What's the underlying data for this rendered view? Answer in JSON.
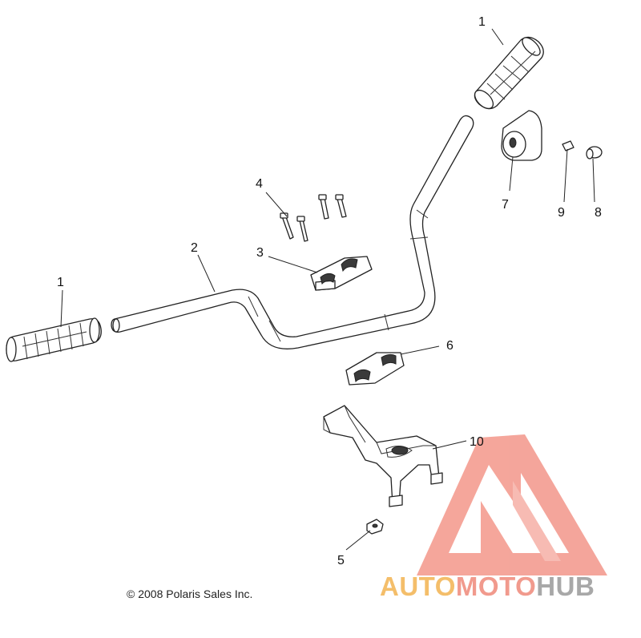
{
  "callouts": {
    "grip_right": "1",
    "grip_left": "1",
    "handlebar": "2",
    "clamp_upper": "3",
    "bolts": "4",
    "nut": "5",
    "clamp_lower": "6",
    "cover": "7",
    "plug": "8",
    "screw": "9",
    "bracket": "10"
  },
  "copyright": "© 2008 Polaris Sales Inc.",
  "watermark": {
    "part1": "AUTO",
    "part2": "MOTO",
    "part3": "HUB",
    "colors": {
      "part1": "#f4be6a",
      "part2": "#f19a8d",
      "part3": "#a8a8a8",
      "triangle": "#f3968a"
    }
  }
}
